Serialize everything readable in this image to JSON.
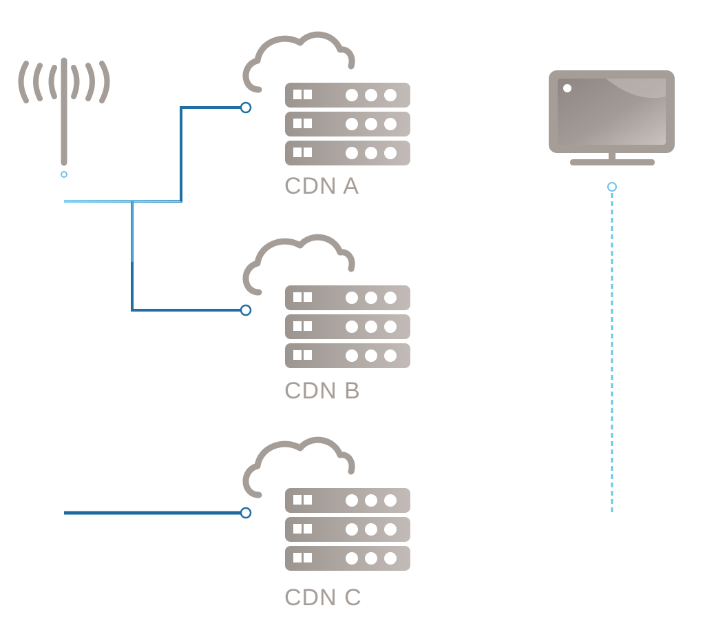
{
  "nodes": {
    "cdn_a": {
      "label": "CDN A"
    },
    "cdn_b": {
      "label": "CDN B"
    },
    "cdn_c": {
      "label": "CDN C"
    }
  },
  "icons": {
    "source": "broadcast-antenna-icon",
    "cdn_server": "cloud-server-rack-icon",
    "viewer": "monitor-icon"
  },
  "links": [
    {
      "from": "source",
      "to": "cdn_a",
      "style": "solid"
    },
    {
      "from": "source",
      "to": "cdn_b",
      "style": "solid"
    },
    {
      "from": "source",
      "to": "cdn_c",
      "style": "solid"
    },
    {
      "from": "cdn_c",
      "to": "viewer",
      "style": "dashed"
    }
  ],
  "colors": {
    "icon_gray": "#a59d98",
    "icon_gray_light": "#c9c3bf",
    "line_light_blue": "#6ec4e8",
    "line_dark_blue": "#1f6f9f",
    "label_gray": "#a59d98"
  }
}
